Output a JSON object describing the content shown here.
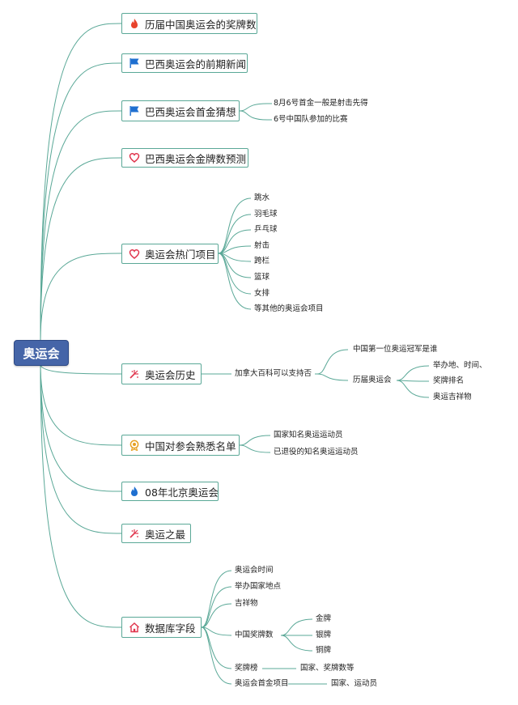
{
  "root": "奥运会",
  "colors": {
    "branch": "#5aa897",
    "root_fill": "#4565a8",
    "root_text": "#ffffff"
  },
  "topics": [
    {
      "label": "历届中国奥运会的奖牌数",
      "icon": "fire-icon"
    },
    {
      "label": "巴西奥运会的前期新闻",
      "icon": "flag-icon"
    },
    {
      "label": "巴西奥运会首金猜想",
      "icon": "flag-icon",
      "children": [
        "8月6号首金一般是射击先得",
        "6号中国队参加的比赛"
      ]
    },
    {
      "label": "巴西奥运会金牌数预测",
      "icon": "heart-icon"
    },
    {
      "label": "奥运会热门项目",
      "icon": "heart-icon",
      "children": [
        "跳水",
        "羽毛球",
        "乒乓球",
        "射击",
        "跨栏",
        "篮球",
        "女排",
        "等其他的奥运会项目"
      ]
    },
    {
      "label": "奥运会历史",
      "icon": "fireworks-icon",
      "child": "加拿大百科可以支持否",
      "grandchildren": [
        "中国第一位奥运冠军是谁",
        "历届奥运会"
      ],
      "great_grandchildren": [
        "举办地、时间、",
        "奖牌排名",
        "奥运吉祥物"
      ]
    },
    {
      "label": "中国对参会熟悉名单",
      "icon": "medal-icon",
      "children": [
        "国家知名奥运运动员",
        "已退役的知名奥运运动员"
      ]
    },
    {
      "label": "08年北京奥运会",
      "icon": "water-flame-icon"
    },
    {
      "label": "奥运之最",
      "icon": "fireworks-icon"
    },
    {
      "label": "数据库字段",
      "icon": "home-icon",
      "children": [
        "奥运会时间",
        "举办国家地点",
        "吉祥物",
        "中国奖牌数",
        "奖牌榜",
        "奥运会首金项目"
      ],
      "medal_children": [
        "金牌",
        "银牌",
        "铜牌"
      ],
      "ranking_child": "国家、奖牌数等",
      "first_gold_child": "国家、运动员"
    }
  ]
}
